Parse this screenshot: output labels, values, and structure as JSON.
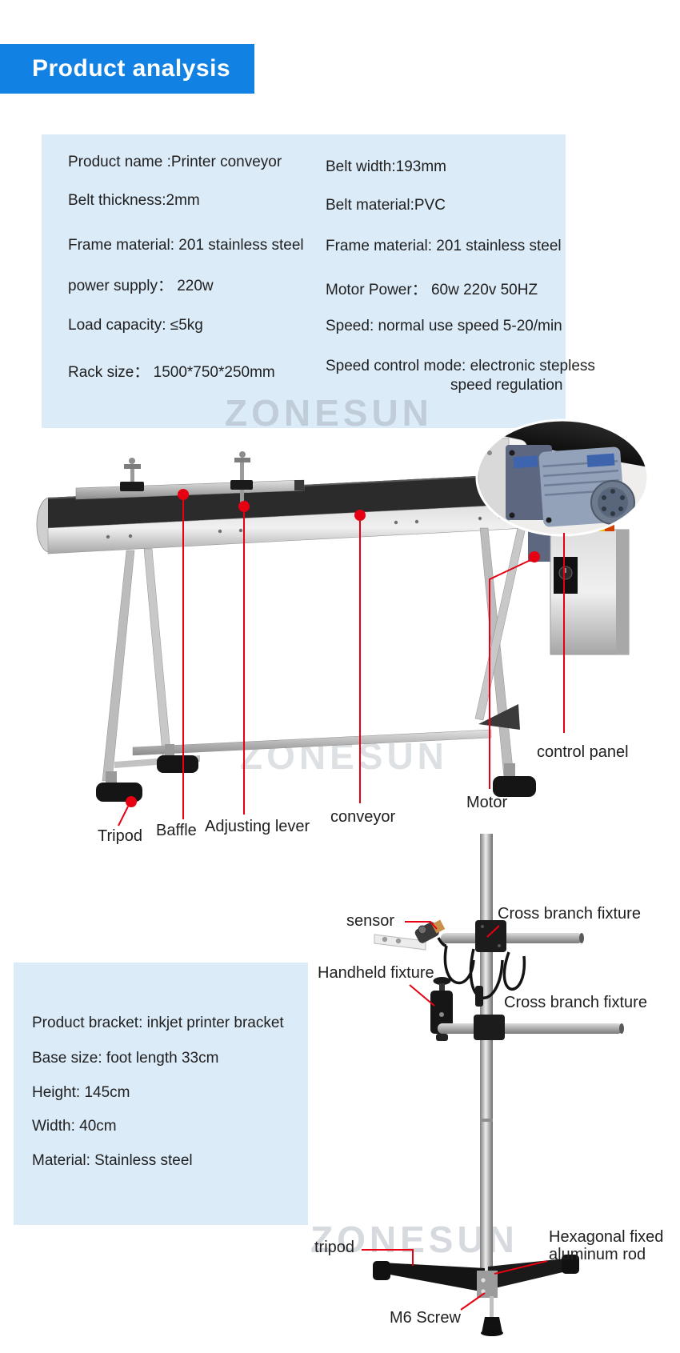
{
  "page": {
    "title": "Product analysis"
  },
  "colors": {
    "accent_blue": "#1181e3",
    "panel_blue": "#dcebf8",
    "annotation_red": "#e60012"
  },
  "watermark": {
    "text": "ZONESUN"
  },
  "spec_panel_top": {
    "left_column": [
      "Product name :Printer conveyor",
      "Belt thickness:2mm",
      "Frame material: 201 stainless steel",
      "power supply：  220w",
      "Load capacity: ≤5kg",
      "Rack size：  1500*750*250mm"
    ],
    "right_column": [
      "Belt width:193mm",
      "Belt material:PVC",
      "Frame material: 201 stainless steel",
      "Motor Power：  60w 220v 50HZ",
      "Speed: normal use speed 5-20/min",
      "Speed control mode: electronic stepless",
      "speed regulation"
    ]
  },
  "conveyor_diagram": {
    "labels": {
      "tripod": "Tripod",
      "baffle": "Baffle",
      "adjusting_lever": "Adjusting lever",
      "conveyor": "conveyor",
      "motor": "Motor",
      "control_panel": "control panel"
    }
  },
  "bracket_panel": {
    "lines": [
      "Product bracket: inkjet printer bracket",
      "Base size: foot length 33cm",
      "Height: 145cm",
      "Width: 40cm",
      "Material: Stainless steel"
    ]
  },
  "bracket_diagram": {
    "labels": {
      "sensor": "sensor",
      "cross_branch_fixture_top": "Cross branch fixture",
      "handheld_fixture": "Handheld fixture",
      "cross_branch_fixture_bottom": "Cross branch fixture",
      "tripod": "tripod",
      "hexagonal_rod": "Hexagonal fixed\naluminum rod",
      "m6_screw": "M6 Screw"
    }
  }
}
